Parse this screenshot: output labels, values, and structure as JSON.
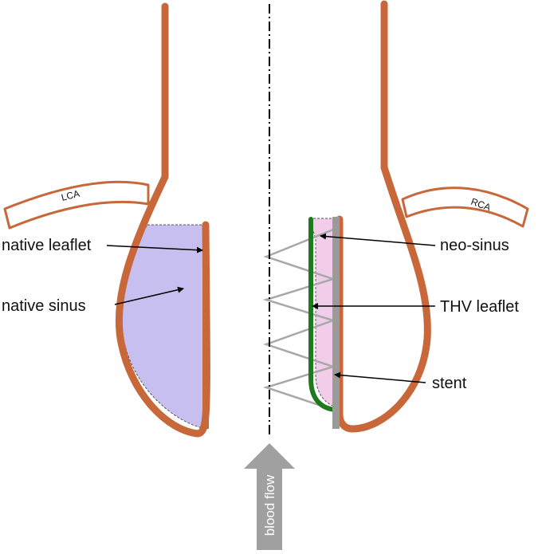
{
  "colors": {
    "wall": "#c8683a",
    "native_sinus_fill": "#c7bff0",
    "neo_sinus_fill": "#f2cdea",
    "thv_leaflet": "#1f7a1f",
    "stent": "#9a9a9a",
    "arrow": "#9e9e9e"
  },
  "labels": {
    "native_leaflet": "native leaflet",
    "native_sinus": "native sinus",
    "neo_sinus": "neo-sinus",
    "thv_leaflet": "THV leaflet",
    "stent": "stent",
    "lca": "LCA",
    "rca": "RCA",
    "blood_flow": "blood flow"
  }
}
